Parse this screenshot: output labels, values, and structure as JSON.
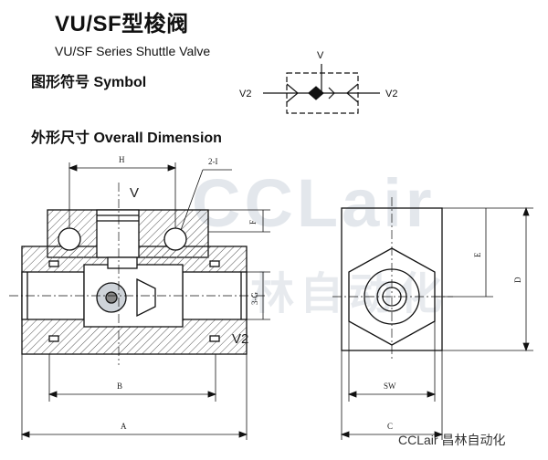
{
  "header": {
    "title": "VU/SF型梭阀",
    "subtitle": "VU/SF Series Shuttle Valve"
  },
  "sections": {
    "symbol": "图形符号 Symbol",
    "dimension": "外形尺寸 Overall Dimension"
  },
  "symbol": {
    "port_top": "V",
    "port_left": "V2",
    "port_right": "V2"
  },
  "drawing": {
    "port_top": "V",
    "port_side": "V2",
    "dims": {
      "H": "H",
      "port_thread": "2-I",
      "F": "F",
      "G": "3-G",
      "B": "B",
      "A": "A",
      "E": "E",
      "D": "D",
      "SW": "SW",
      "C": "C"
    }
  },
  "watermark": {
    "line1": "CCLair",
    "line2": "昌林自动化"
  },
  "footer": "CCLair 昌林自动化"
}
